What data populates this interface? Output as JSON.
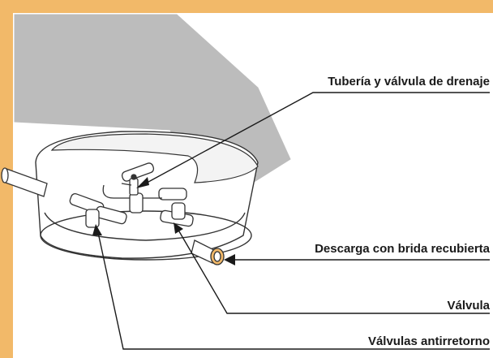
{
  "diagram": {
    "labels": {
      "drain": "Tubería y válvula de drenaje",
      "flange": "Descarga con brida recubierta",
      "valve": "Válvula",
      "check_valves": "Válvulas antirretorno"
    }
  },
  "colors": {
    "frame": "#f2b969",
    "lid": "#bcbcbc",
    "line": "#1a1a1a"
  }
}
